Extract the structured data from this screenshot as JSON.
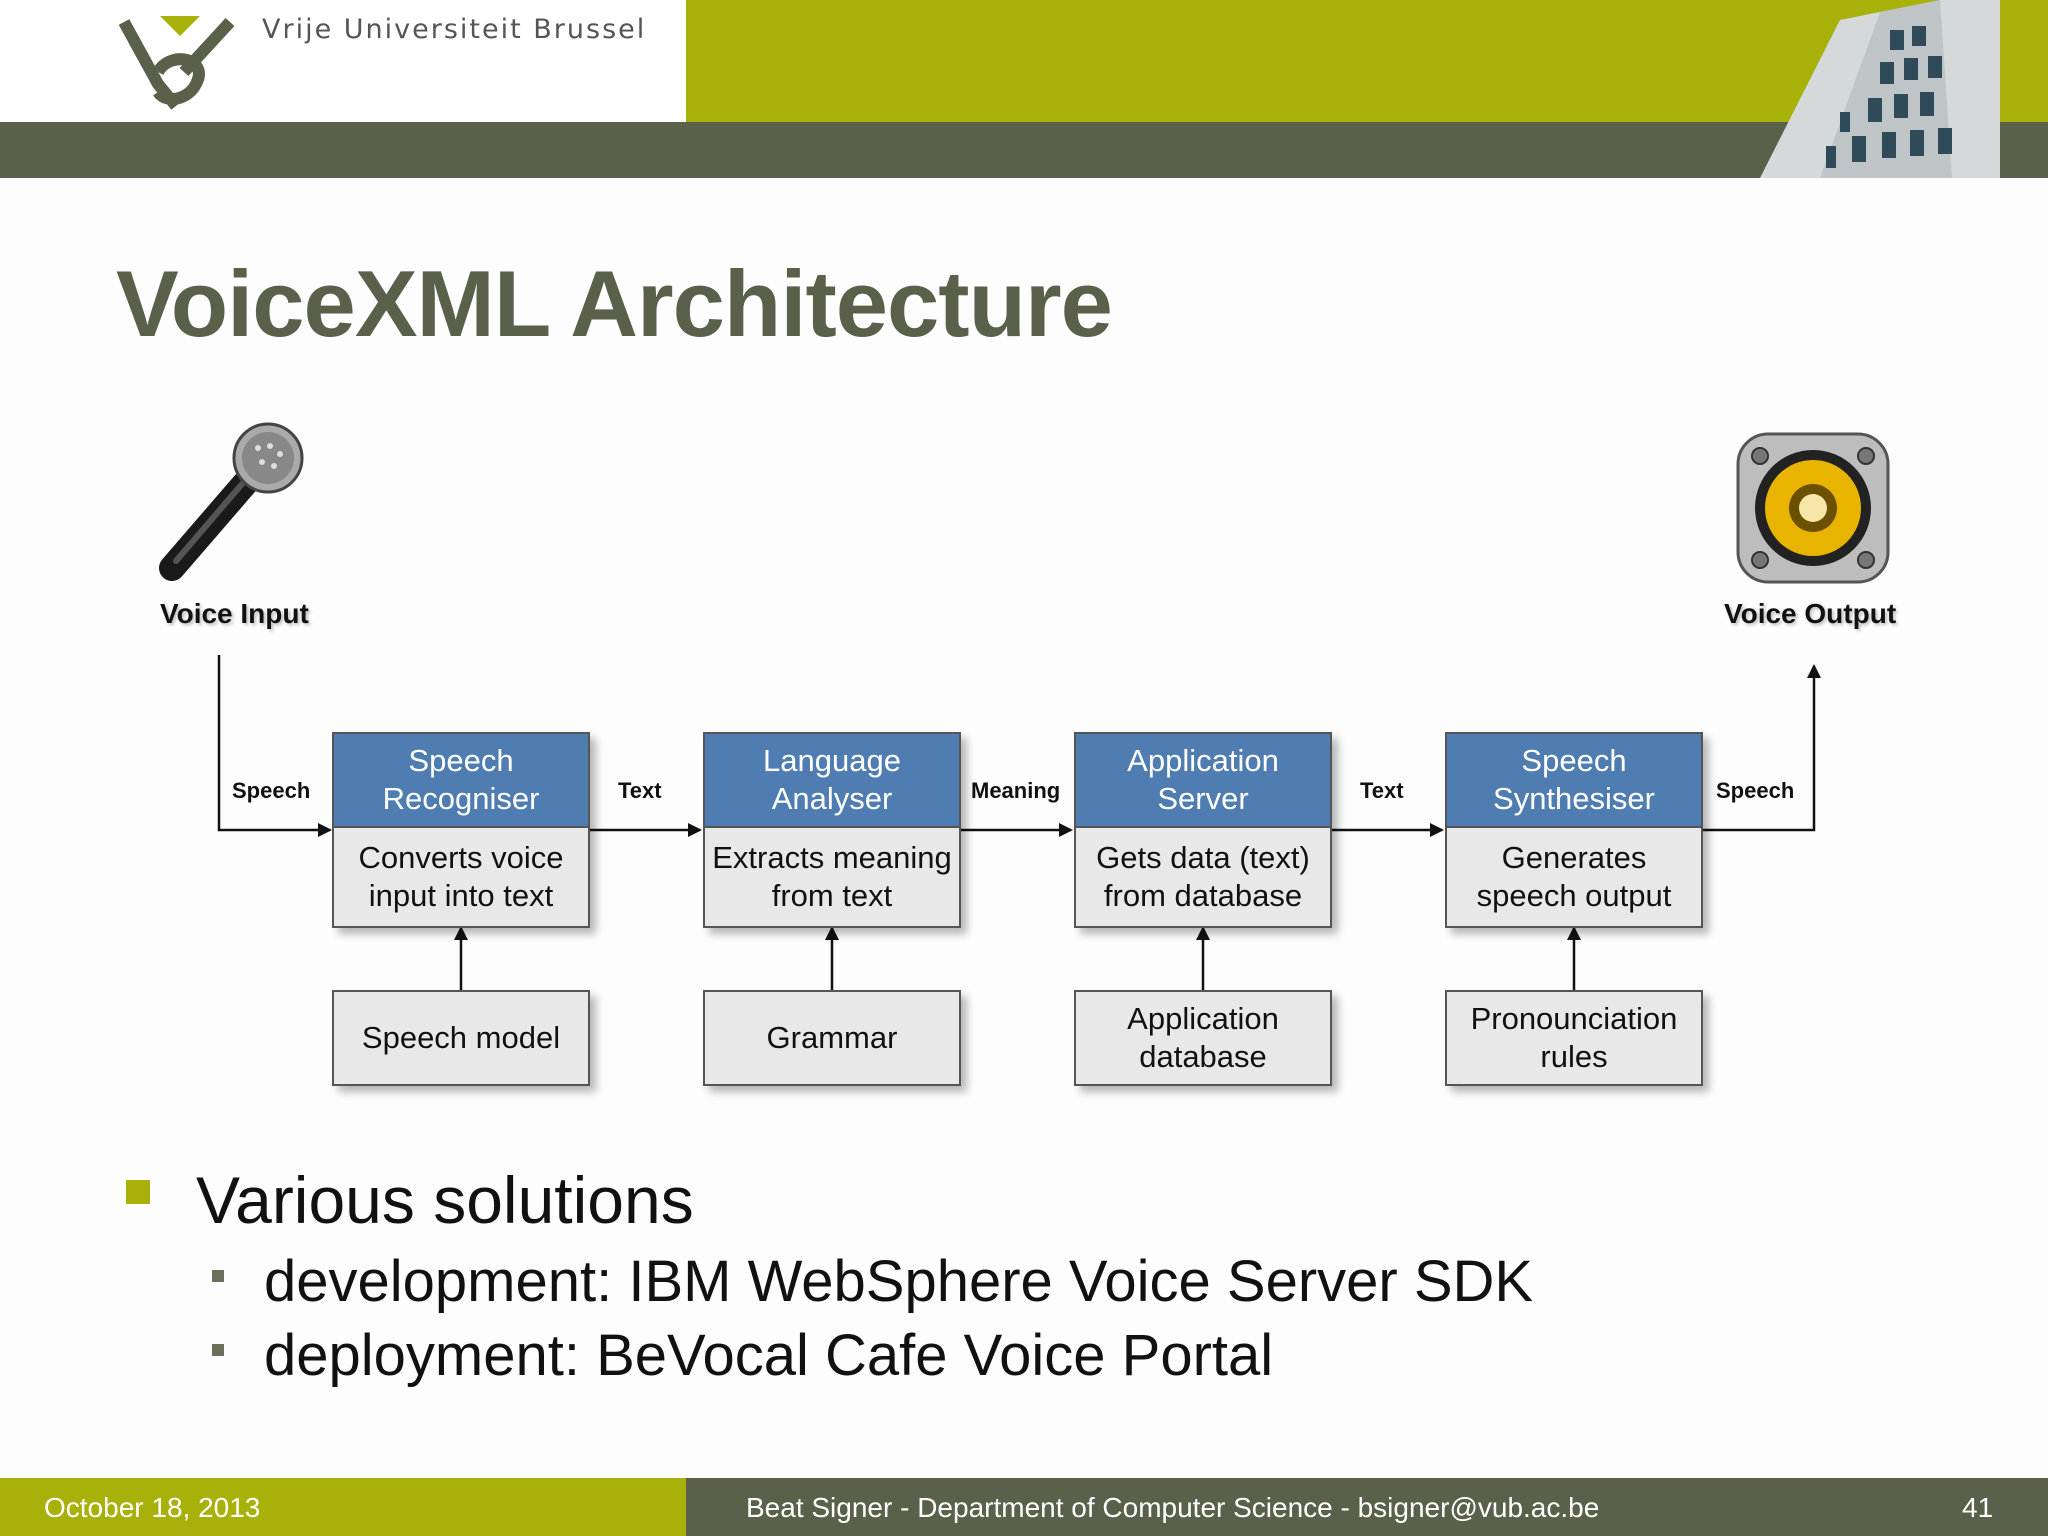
{
  "header": {
    "university": "Vrije Universiteit  Brussel"
  },
  "title": "VoiceXML Architecture",
  "diagram": {
    "input_label": "Voice Input",
    "output_label": "Voice Output",
    "flow_labels": [
      "Speech",
      "Text",
      "Meaning",
      "Text",
      "Speech"
    ],
    "components": [
      {
        "title": [
          "Speech",
          "Recogniser"
        ],
        "desc": [
          "Converts voice",
          "input into text"
        ],
        "resource": [
          "Speech model"
        ]
      },
      {
        "title": [
          "Language",
          "Analyser"
        ],
        "desc": [
          "Extracts meaning",
          "from text"
        ],
        "resource": [
          "Grammar"
        ]
      },
      {
        "title": [
          "Application",
          "Server"
        ],
        "desc": [
          "Gets data (text)",
          "from database"
        ],
        "resource": [
          "Application",
          "database"
        ]
      },
      {
        "title": [
          "Speech",
          "Synthesiser"
        ],
        "desc": [
          "Generates",
          "speech output"
        ],
        "resource": [
          "Pronounciation",
          "rules"
        ]
      }
    ]
  },
  "bullets": {
    "main": "Various solutions",
    "sub": [
      "development: IBM WebSphere Voice Server SDK",
      "deployment: BeVocal Cafe Voice Portal"
    ]
  },
  "footer": {
    "date": "October 18, 2013",
    "author": "Beat Signer - Department of Computer Science - bsigner@vub.ac.be",
    "page": "41"
  },
  "colors": {
    "olive": "#a8b00a",
    "dark_olive": "#5b604b",
    "box_blue": "#4f7db1"
  },
  "icons": {
    "input": "microphone-icon",
    "output": "speaker-icon",
    "logo": "vub-logo"
  }
}
